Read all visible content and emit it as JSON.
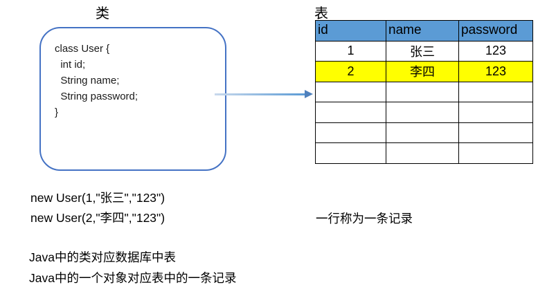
{
  "colors": {
    "header_bg": "#5B9BD5",
    "highlight_row": "#FFFF00",
    "table_border": "#000000",
    "box_border": "#4472C4",
    "arrow_start": "#C9D9EC",
    "arrow_end": "#5B9BD5",
    "arrow_head": "#4F81BD",
    "text": "#000000"
  },
  "labels": {
    "class_label": "类",
    "table_label": "表"
  },
  "class_box": {
    "lines": [
      "class User {",
      "  int id;",
      "  String name;",
      "  String password;",
      "}"
    ]
  },
  "table": {
    "headers": [
      "id",
      "name",
      "password"
    ],
    "rows": [
      [
        "1",
        "张三",
        "123"
      ],
      [
        "2",
        "李四",
        "123"
      ],
      [
        "",
        "",
        ""
      ],
      [
        "",
        "",
        ""
      ],
      [
        "",
        "",
        ""
      ],
      [
        "",
        "",
        ""
      ]
    ],
    "highlighted_row_index": 1
  },
  "notes": {
    "new_user_1": "new User(1,\"张三\",\"123\")",
    "new_user_2": "new User(2,\"李四\",\"123\")",
    "row_meaning": "一行称为一条记录",
    "java_class_mapping": "Java中的类对应数据库中表",
    "java_object_mapping": "Java中的一个对象对应表中的一条记录"
  }
}
